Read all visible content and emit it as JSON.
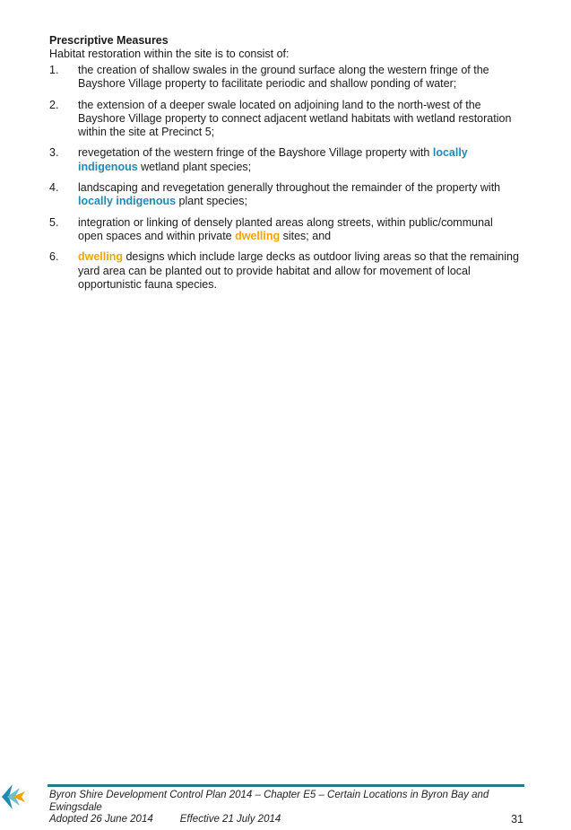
{
  "section": {
    "heading": "Prescriptive Measures",
    "intro": "Habitat restoration within the site is to consist of:"
  },
  "items": [
    {
      "num": "1.",
      "parts": [
        {
          "text": "the creation of shallow swales in the ground surface along the western fringe of the Bayshore Village property to facilitate periodic and shallow ponding of water;"
        }
      ]
    },
    {
      "num": "2.",
      "parts": [
        {
          "text": "the extension of a deeper swale located on adjoining land to the north-west of the Bayshore Village property to connect adjacent wetland habitats with wetland restoration within the site at Precinct 5;"
        }
      ]
    },
    {
      "num": "3.",
      "parts": [
        {
          "text": "revegetation of the western fringe of the Bayshore Village property with "
        },
        {
          "text": "locally indigenous",
          "style": "blue"
        },
        {
          "text": " wetland plant species;"
        }
      ]
    },
    {
      "num": "4.",
      "parts": [
        {
          "text": "landscaping and revegetation generally throughout the remainder of the property with "
        },
        {
          "text": "locally indigenous",
          "style": "blue"
        },
        {
          "text": " plant species;"
        }
      ]
    },
    {
      "num": "5.",
      "parts": [
        {
          "text": "integration or linking of densely planted areas along streets, within public/communal open spaces and within private "
        },
        {
          "text": "dwelling",
          "style": "orange"
        },
        {
          "text": " sites; and"
        }
      ]
    },
    {
      "num": "6.",
      "parts": [
        {
          "text": "dwelling",
          "style": "orange"
        },
        {
          "text": " designs which include large decks as outdoor living areas so that the remaining yard area can be planted out to provide habitat and allow for movement of local opportunistic fauna species."
        }
      ]
    }
  ],
  "footer": {
    "title": "Byron Shire Development Control Plan 2014 – Chapter E5 – Certain Locations in Byron Bay and Ewingsdale",
    "adopted": "Adopted 26 June 2014",
    "effective": "Effective 21 July 2014",
    "page_number": "31"
  },
  "colors": {
    "highlight_blue": "#1f8bb5",
    "highlight_orange": "#f2a500",
    "footer_rule": "#1c7f86"
  },
  "icons": {
    "logo": "byron-shire-logo-icon"
  }
}
